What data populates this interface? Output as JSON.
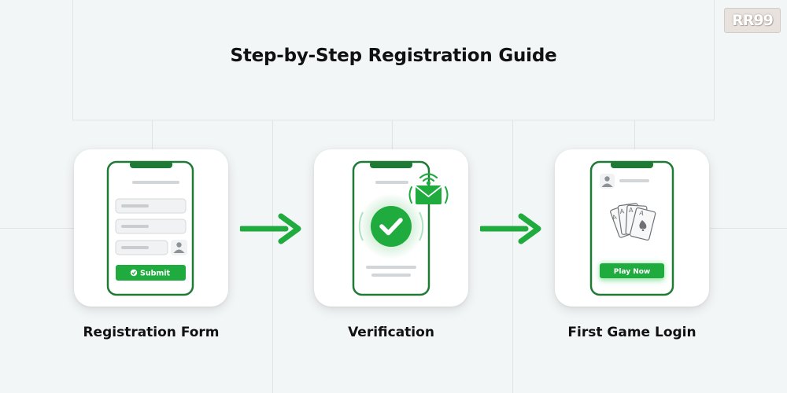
{
  "logo": {
    "text": "RR99"
  },
  "title": "Step-by-Step Registration Guide",
  "steps": [
    {
      "label": "Registration Form",
      "button": "Submit"
    },
    {
      "label": "Verification"
    },
    {
      "label": "First Game Login",
      "button": "Play Now"
    }
  ],
  "colors": {
    "accent": "#1fab3e",
    "phone_border": "#1e7a35",
    "background": "#f3f6f7",
    "text": "#111111"
  },
  "icons": [
    "user-icon",
    "checkmark-icon",
    "envelope-icon",
    "wifi-icon",
    "playing-cards-icon",
    "arrow-right-icon"
  ]
}
